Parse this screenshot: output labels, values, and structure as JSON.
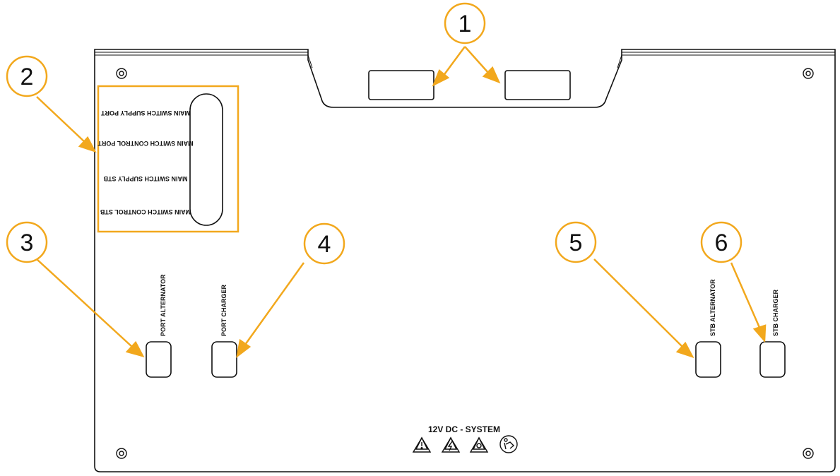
{
  "callouts": [
    {
      "number": "1"
    },
    {
      "number": "2"
    },
    {
      "number": "3"
    },
    {
      "number": "4"
    },
    {
      "number": "5"
    },
    {
      "number": "6"
    }
  ],
  "switch_block": {
    "labels": [
      "MAIN SWITCH SUPPLY PORT",
      "MAIN SWITCH CONTROL PORT",
      "MAIN SWITCH SUPPLY STB",
      "MAIN SWITCH CONTROL STB"
    ]
  },
  "ports": {
    "port_alternator": "PORT ALTERNATOR",
    "port_charger": "PORT CHARGER",
    "stb_alternator": "STB ALTERNATOR",
    "stb_charger": "STB CHARGER"
  },
  "system_label": "12V DC - SYSTEM",
  "icons": [
    "warning-triangle-icon",
    "electric-hazard-icon",
    "heat-hazard-icon",
    "read-manual-icon"
  ],
  "colors": {
    "accent": "#F2A81D",
    "line": "#111111",
    "callout_fill": "#ffffff"
  }
}
